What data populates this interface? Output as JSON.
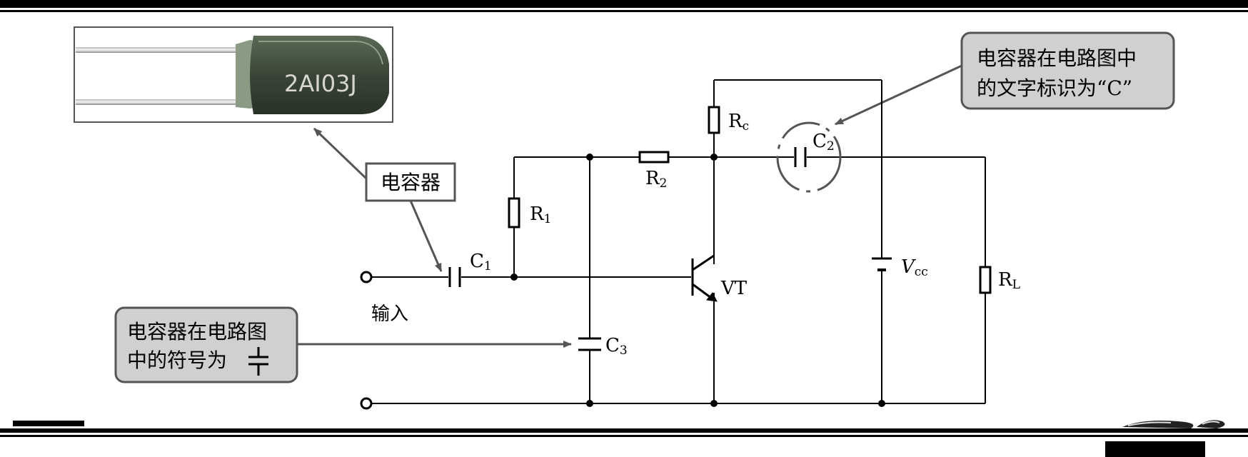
{
  "components": {
    "capacitor_model_text": "2AI03J",
    "labels": {
      "C1": "C",
      "C1_sub": "1",
      "C2": "C",
      "C2_sub": "2",
      "C3": "C",
      "C3_sub": "3",
      "R1": "R",
      "R1_sub": "1",
      "R2": "R",
      "R2_sub": "2",
      "Rc": "R",
      "Rc_sub": "c",
      "RL": "R",
      "RL_sub": "L",
      "VT": "VT",
      "Vcc": "V",
      "Vcc_sub": "cc"
    }
  },
  "callouts": {
    "component_name": "电容器",
    "text_id_line1": "电容器在电路图中",
    "text_id_line2": "的文字标识为“C”",
    "symbol_line1": "电容器在电路图",
    "symbol_line2": "中的符号为"
  },
  "io": {
    "input_label": "输入"
  },
  "colors": {
    "callout_fill": "#d0d0d0",
    "line": "#000000",
    "arrow": "#555555"
  }
}
